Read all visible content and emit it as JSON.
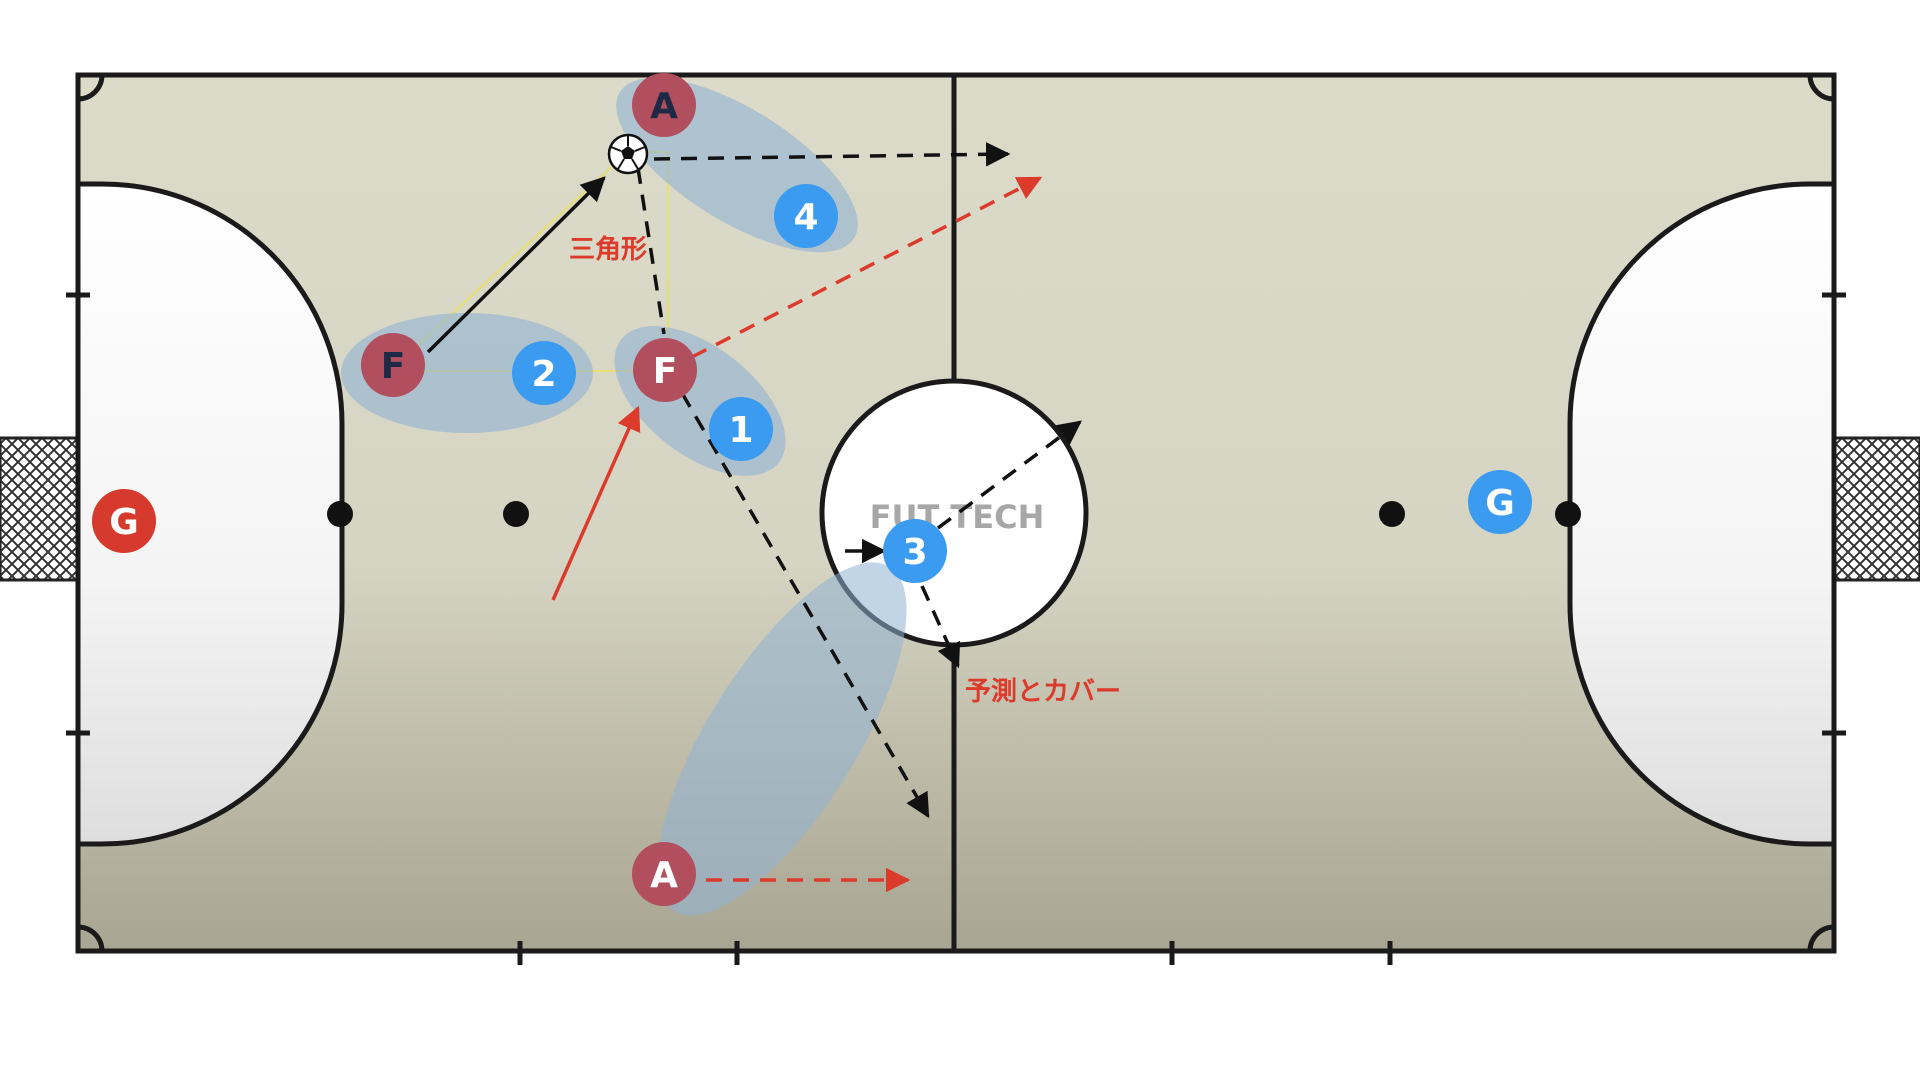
{
  "watermark": "FUT TECH",
  "annotations": {
    "triangle": "三角形",
    "predict_cover": "予測とカバー"
  },
  "players": {
    "red_keeper": "G",
    "red_ala_top": "A",
    "red_fixo_left": "F",
    "red_fixo_center": "F",
    "red_ala_bottom": "A",
    "blue_2": "2",
    "blue_1": "1",
    "blue_4": "4",
    "blue_3": "3",
    "blue_keeper": "G"
  },
  "colors": {
    "court": "#d9d7c5",
    "court_bottom": "#a8a592",
    "lines": "#1a1a1a",
    "red_player": "#b24f5e",
    "red_keeper": "#d63a2c",
    "blue_player": "#3a9bf0",
    "zone": "#8fb3d3",
    "red_arrow": "#dc3b2b",
    "black_arrow": "#111111",
    "triangle_line": "#e6e070",
    "annotation_text": "#dc3b2b"
  }
}
